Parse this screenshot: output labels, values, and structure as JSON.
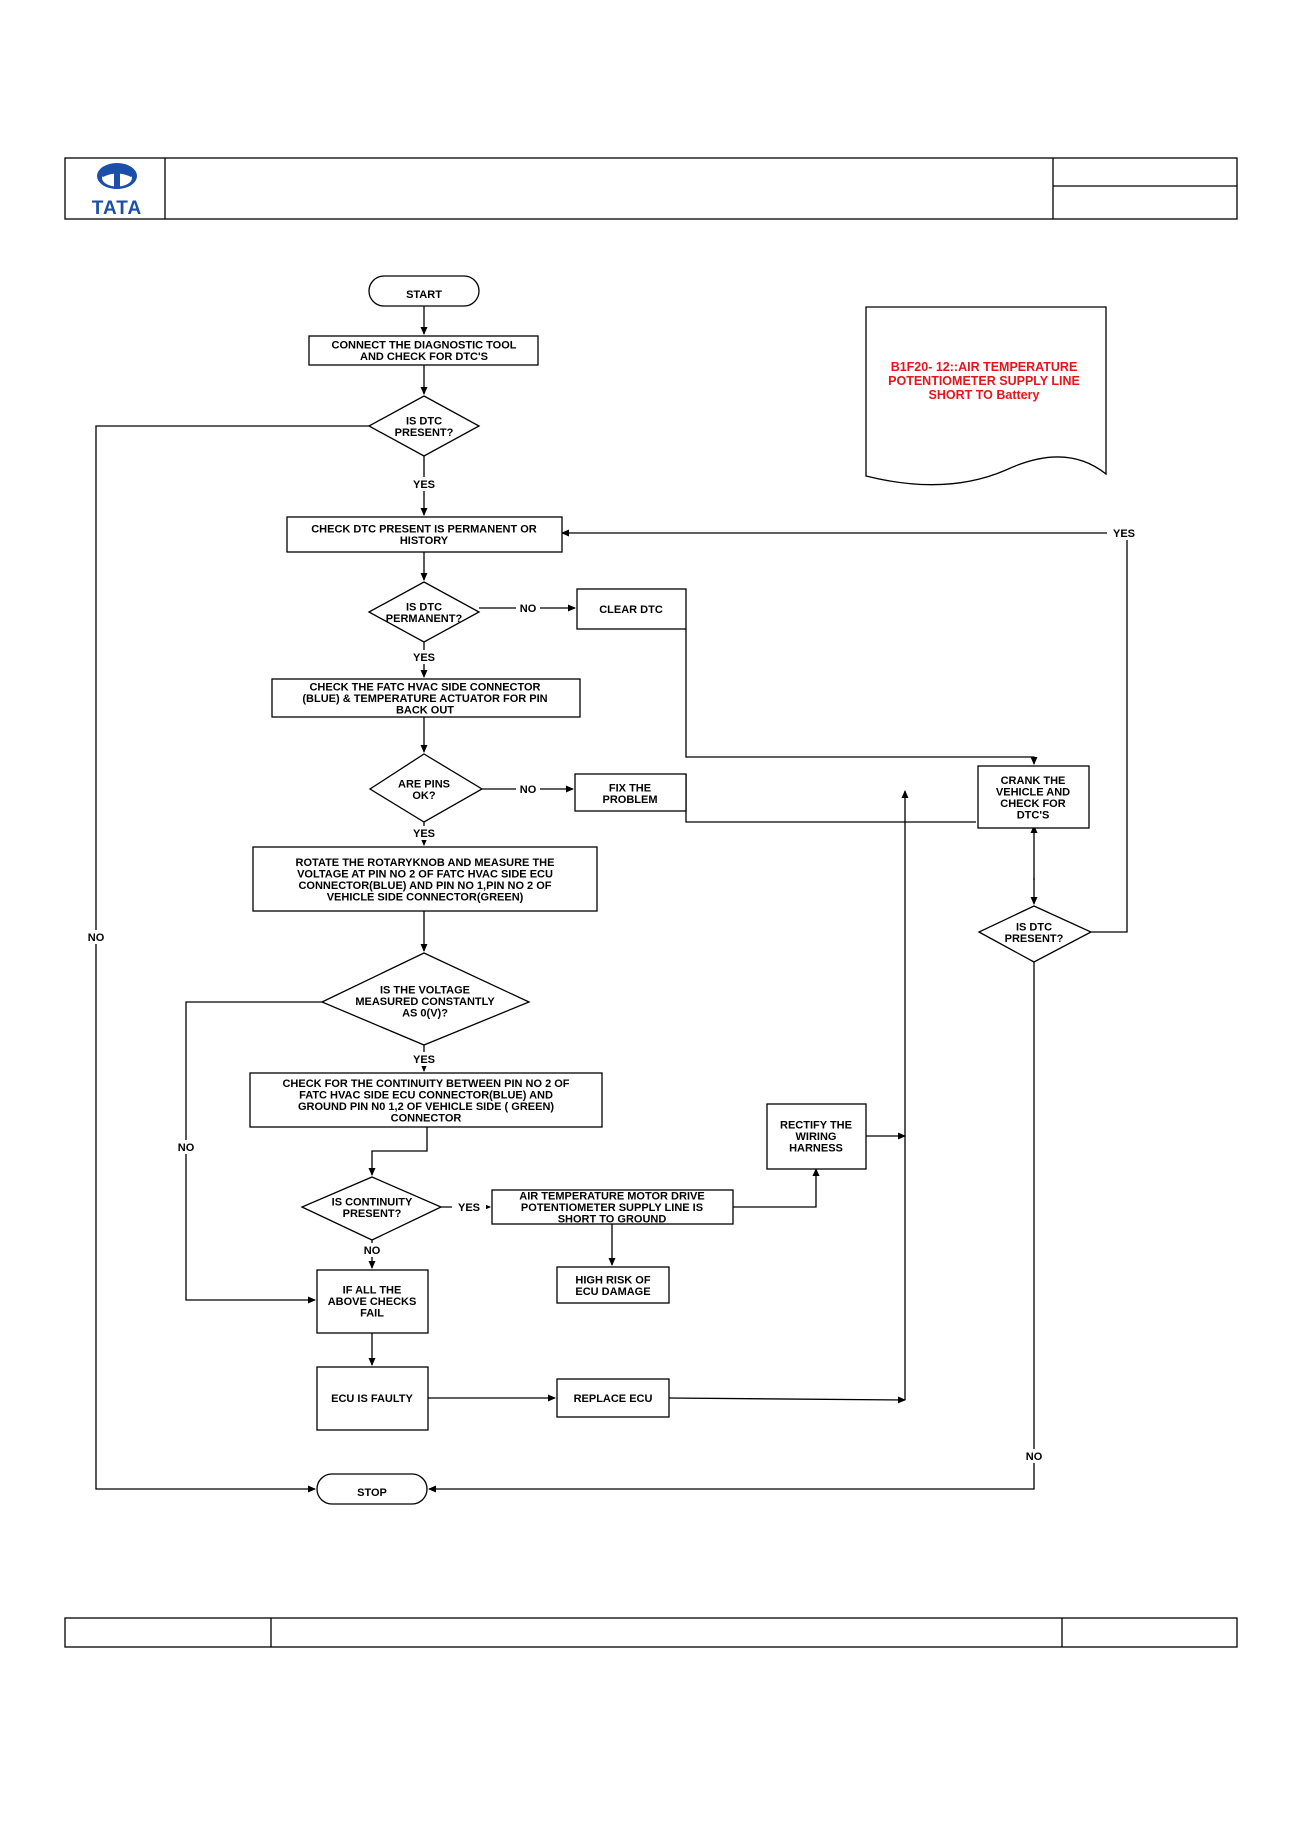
{
  "header": {
    "logo_text": "TATA",
    "colors": {
      "logo_blue": "#1b4fa8"
    }
  },
  "note": {
    "lines": [
      "B1F20- 12::AIR TEMPERATURE",
      "POTENTIOMETER SUPPLY LINE",
      "SHORT TO Battery"
    ],
    "color": "#e8141c"
  },
  "flowchart": {
    "nodes": {
      "start": [
        "START"
      ],
      "connect": [
        "CONNECT THE DIAGNOSTIC TOOL",
        "AND CHECK FOR  DTC'S"
      ],
      "dtc_present": [
        "IS  DTC",
        "PRESENT?"
      ],
      "check_permanent": [
        "CHECK DTC  PRESENT IS PERMANENT OR",
        "HISTORY"
      ],
      "dtc_permanent": [
        "IS  DTC",
        "PERMANENT?"
      ],
      "clear_dtc": [
        "CLEAR DTC"
      ],
      "check_connector": [
        "CHECK THE FATC HVAC SIDE CONNECTOR",
        "(BLUE) & TEMPERATURE ACTUATOR FOR PIN",
        "BACK OUT"
      ],
      "pins_ok": [
        "ARE PINS",
        "OK?"
      ],
      "fix_problem": [
        "FIX THE",
        "PROBLEM"
      ],
      "crank": [
        "CRANK THE",
        "VEHICLE AND",
        "CHECK FOR",
        "DTC'S"
      ],
      "rotate": [
        "ROTATE THE ROTARYKNOB AND MEASURE THE",
        "VOLTAGE AT PIN NO 2  OF FATC HVAC SIDE ECU",
        "CONNECTOR(BLUE) AND PIN NO 1,PIN NO 2 OF",
        "VEHICLE SIDE CONNECTOR(GREEN)"
      ],
      "dtc_present2": [
        "IS  DTC",
        "PRESENT?"
      ],
      "voltage_q": [
        "IS  THE VOLTAGE",
        "MEASURED CONSTANTLY",
        "AS 0(V)?"
      ],
      "continuity_check": [
        "CHECK FOR THE CONTINUITY BETWEEN PIN NO 2 OF",
        "FATC HVAC SIDE ECU CONNECTOR(BLUE) AND",
        "GROUND  PIN N0 1,2 OF VEHICLE SIDE ( GREEN)",
        "CONNECTOR"
      ],
      "rectify": [
        "RECTIFY THE",
        "WIRING",
        "HARNESS"
      ],
      "continuity_q": [
        "IS CONTINUITY",
        "PRESENT?"
      ],
      "short_ground": [
        "AIR TEMPERATURE MOTOR DRIVE",
        "POTENTIOMETER SUPPLY  LINE IS",
        "SHORT TO GROUND"
      ],
      "high_risk": [
        "HIGH RISK OF",
        "ECU DAMAGE"
      ],
      "all_fail": [
        "IF ALL THE",
        "ABOVE CHECKS",
        "FAIL"
      ],
      "ecu_faulty": [
        "ECU IS FAULTY"
      ],
      "replace_ecu": [
        "REPLACE ECU"
      ],
      "stop": [
        "STOP"
      ]
    },
    "edge_labels": {
      "yes_1": "YES",
      "no_left": "NO",
      "yes_2": "YES",
      "no_perm": "NO",
      "yes_3": "YES",
      "no_pins": "NO",
      "yes_right": "YES",
      "yes_4": "YES",
      "no_voltage": "NO",
      "yes_cont": "YES",
      "no_cont": "NO",
      "no_right": "NO"
    }
  }
}
